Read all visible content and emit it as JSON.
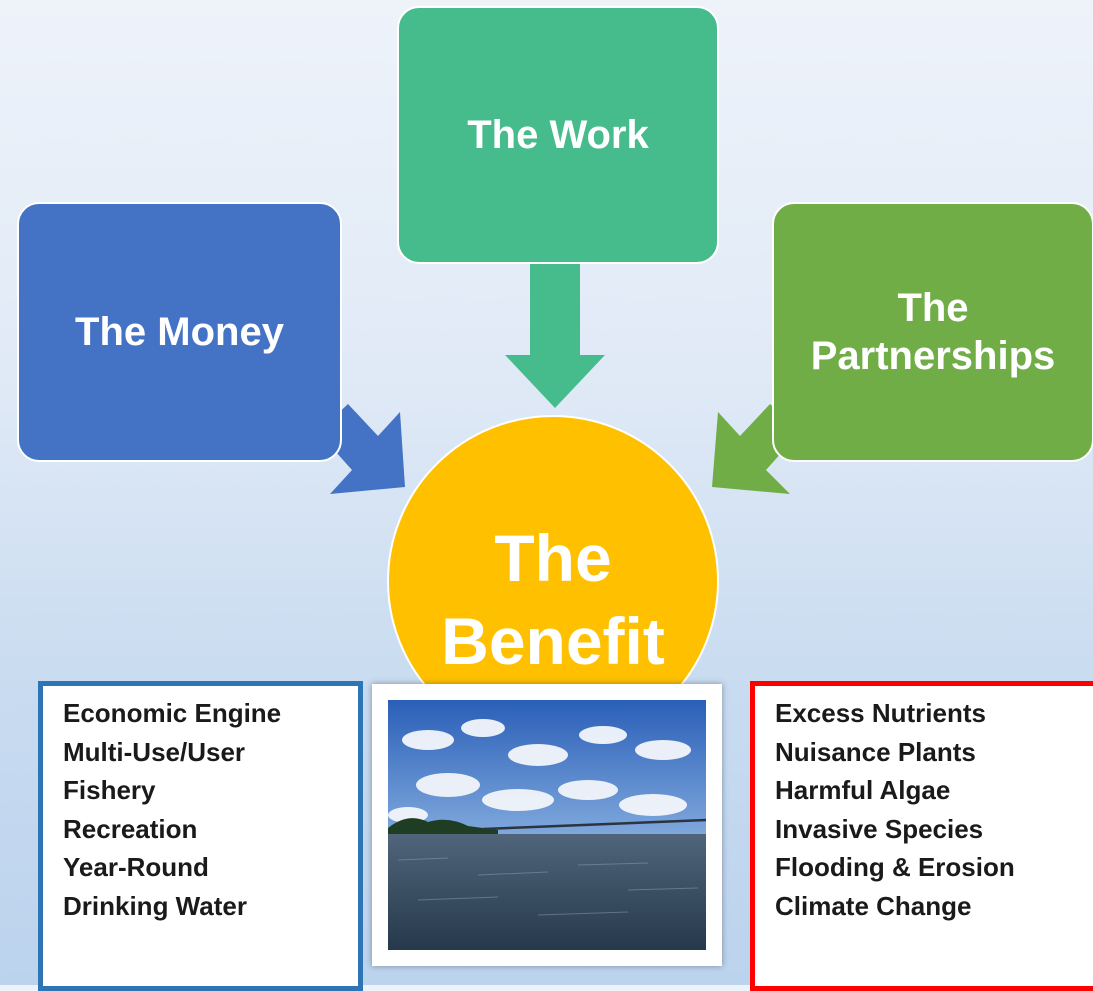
{
  "diagram": {
    "top_box": "The Work",
    "left_box": "The Money",
    "right_box_line1": "The",
    "right_box_line2": "Partnerships",
    "center_line1": "The",
    "center_line2": "Benefit"
  },
  "left_list": {
    "items": [
      "Economic Engine",
      "Multi-Use/User",
      "Fishery",
      "Recreation",
      "Year-Round",
      "Drinking Water"
    ],
    "border_color": "#2e75b6"
  },
  "right_list": {
    "items": [
      "Excess Nutrients",
      "Nuisance Plants",
      "Harmful Algae",
      "Invasive Species",
      "Flooding & Erosion",
      "Climate Change"
    ],
    "border_color": "#ff0000"
  },
  "colors": {
    "work": "#46bc8c",
    "money": "#4472c4",
    "partnerships": "#70ad47",
    "benefit": "#ffc000"
  }
}
